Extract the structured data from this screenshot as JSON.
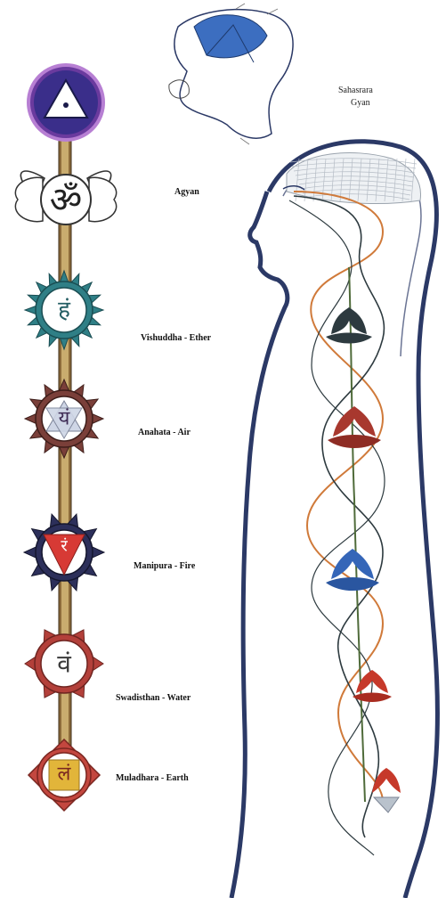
{
  "labels": {
    "sahasrara_line1": "Sahasrara",
    "sahasrara_line2": "Gyan",
    "agya": "Agyan",
    "vishuddha": "Vishuddha - Ether",
    "anahata": "Anahata - Air",
    "manipura": "Manipura - Fire",
    "swadisthan": "Swadisthan - Water",
    "muladhara": "Muladhara - Earth"
  },
  "glyphs": {
    "agya": "ॐ",
    "vishuddha": "हं",
    "anahata": "यं",
    "manipura": "रं",
    "swadisthan": "वं",
    "muladhara": "लं"
  },
  "colors": {
    "crown_purple": "#6a3a9e",
    "crown_ring": "#b77fd3",
    "vishuddha_teal": "#2f7f86",
    "anahata_brown": "#7a3f39",
    "manipura_navy": "#2c2f5a",
    "manipura_red": "#d73a35",
    "swadisthan_red": "#b3403a",
    "muladhara_red": "#c3473f",
    "muladhara_yellow": "#e2b53a",
    "body_outline": "#2b3966",
    "channel_orange": "#d07a3a",
    "lotus_dark": "#2d3a3f",
    "lotus_red": "#a8382e",
    "lotus_blue": "#3566b8",
    "lotus_red2": "#c6392a",
    "stem_green": "#4f6b3a"
  }
}
